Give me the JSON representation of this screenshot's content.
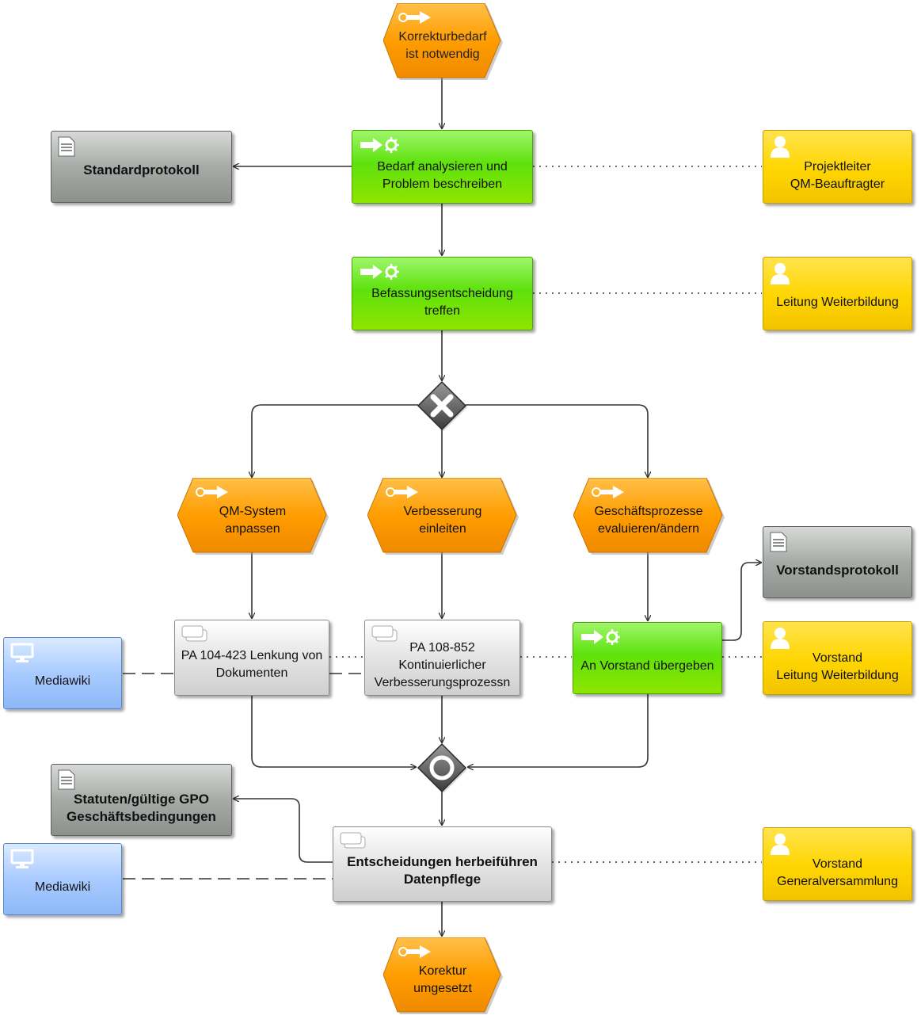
{
  "events": {
    "start": "Korrekturbedarf\nist notwendig",
    "qm": "QM-System\nanpassen",
    "verb": "Verbesserung\neinleiten",
    "gesch": "Geschäftsprozesse\nevaluieren/ändern",
    "end": "Korektur\numgesetzt"
  },
  "functions": {
    "f1": "Bedarf analysieren und\nProblem beschreiben",
    "f2": "Befassungsentscheidung\ntreffen",
    "f3": "An Vorstand übergeben"
  },
  "processes": {
    "pa104": "PA 104-423 Lenkung von\nDokumenten",
    "pa108": "PA 108-852\nKontinuierlicher\nVerbesserungsprozessn",
    "entsch": "Entscheidungen herbeiführen\nDatenpflege"
  },
  "documents": {
    "d1": "Standardprotokoll",
    "d2": "Vorstandsprotokoll",
    "d3": "Statuten/gültige GPO\nGeschäftsbedingungen"
  },
  "roles": {
    "r1": "Projektleiter\nQM-Beauftragter",
    "r2": "Leitung Weiterbildung",
    "r3": "Vorstand\nLeitung Weiterbildung",
    "r4": "Vorstand\nGeneralversammlung"
  },
  "systems": {
    "s1": "Mediawiki",
    "s2": "Mediawiki"
  },
  "gateways": {
    "split": "xor-icon",
    "join": "or-icon"
  },
  "colors": {
    "event": "#ff9d00",
    "function": "#6be010",
    "role": "#ffd700",
    "document": "#9a9e9a",
    "process": "#e2e2e2",
    "system": "#a9cbff"
  }
}
